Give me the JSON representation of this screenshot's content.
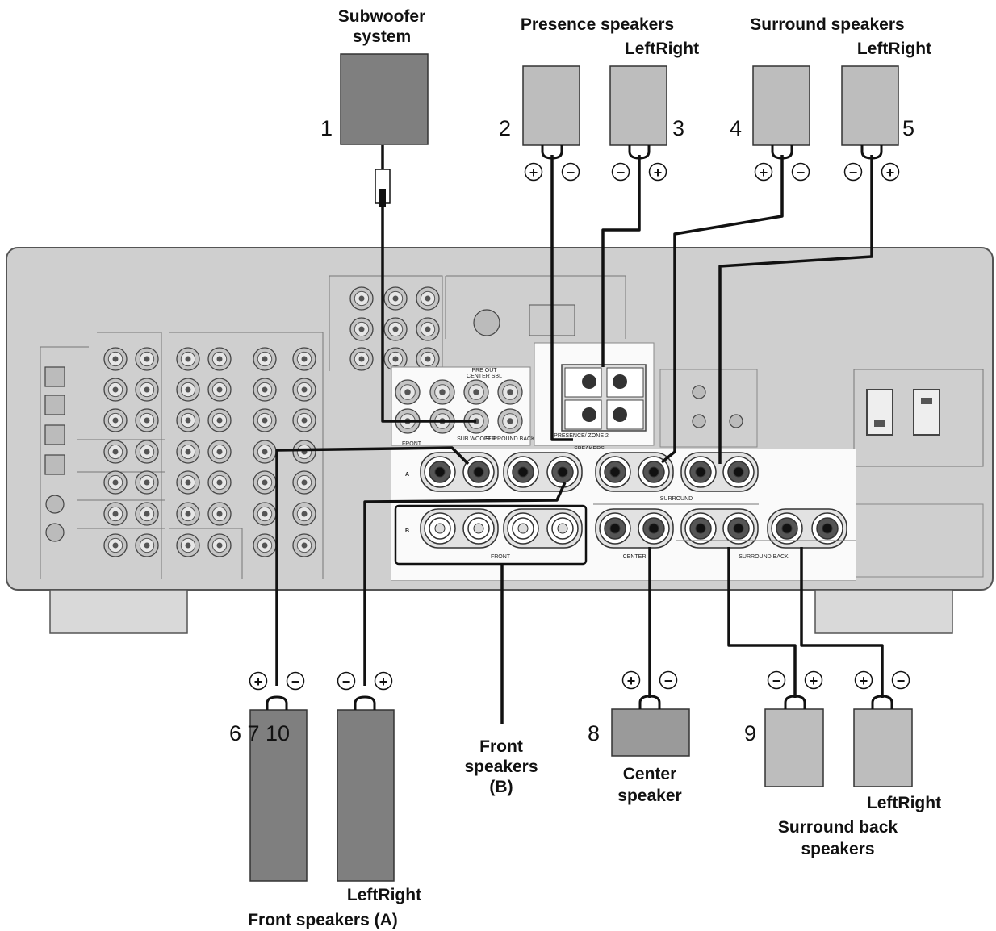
{
  "labels": {
    "subwoofer": [
      "Subwoofer",
      "system"
    ],
    "presence": "Presence speakers",
    "presence_lr": "LeftRight",
    "surround": "Surround speakers",
    "surround_lr": "LeftRight",
    "front_b": [
      "Front",
      "speakers",
      "(B)"
    ],
    "center": [
      "Center",
      "speaker"
    ],
    "surround_back_lr": "LeftRight",
    "surround_back": [
      "Surround back",
      "speakers"
    ],
    "front_a_lr": "LeftRight",
    "front_a": "Front speakers (A)"
  },
  "callouts": {
    "n1": "1",
    "n2": "2",
    "n3": "3",
    "n4": "4",
    "n5": "5",
    "n6": "6 7 10",
    "n8": "8",
    "n9": "9"
  },
  "polarity": {
    "plus": "+",
    "minus": "−"
  },
  "panel_text": {
    "pre_out": "PRE OUT",
    "center_sbl": "CENTER SBL",
    "sub_woofer": "SUB WOOFER",
    "surround_back": "SURROUND BACK",
    "front": "FRONT",
    "presence_zone2": "PRESENCE/ ZONE 2",
    "speakers": "SPEAKERS",
    "surround": "SURROUND",
    "front_b": "FRONT",
    "center": "CENTER",
    "surround_back_b": "SURROUND BACK",
    "row_a": "A",
    "row_b": "B"
  },
  "colors": {
    "cabinet": "#cfcfcf",
    "speaker_light": "#bdbdbd",
    "speaker_dark": "#7f7f7f",
    "cable": "#111111"
  }
}
